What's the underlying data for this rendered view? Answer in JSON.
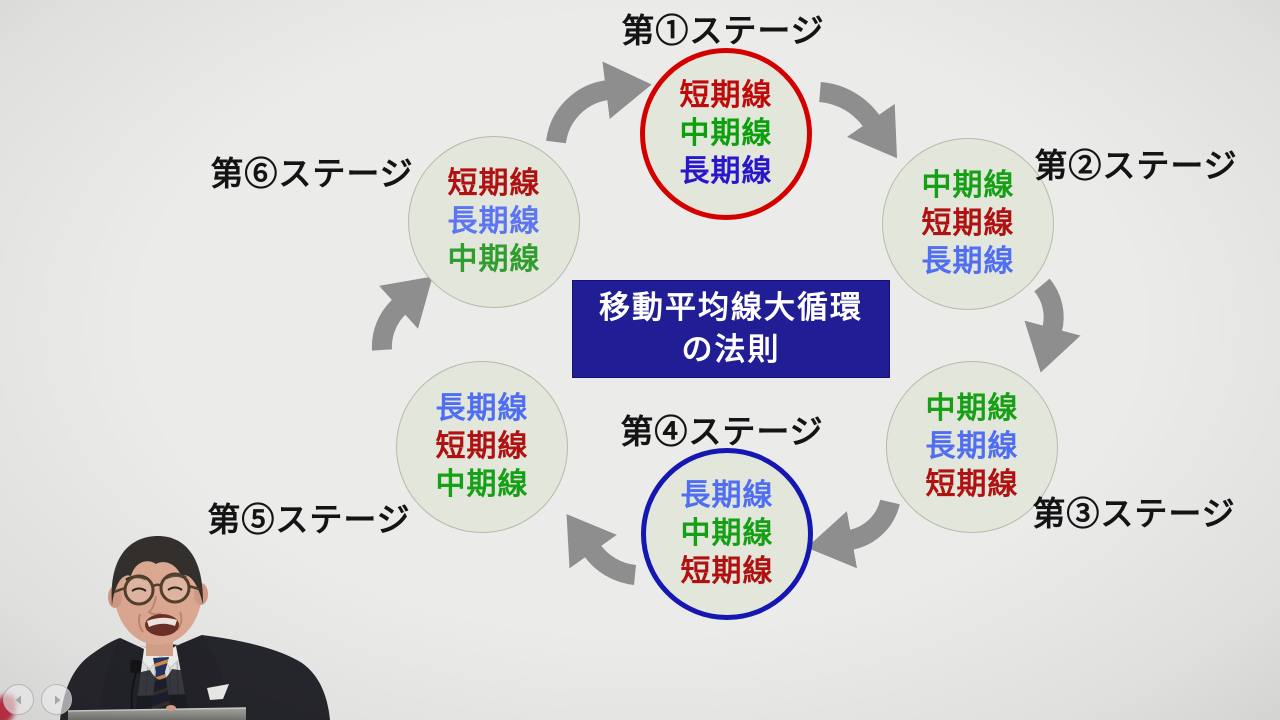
{
  "diagram": {
    "center_box": {
      "line1": "移動平均線大循環",
      "line2": "の法則",
      "bg": "#211e95",
      "text_color": "#ffffff"
    },
    "circle_fill": "#e3e6db",
    "arrow_color": "#8e8e8e",
    "stages": [
      {
        "label": "第①ステージ",
        "ring_color": "#d40000",
        "lines": [
          {
            "text": "短期線",
            "color": "#c00a0a"
          },
          {
            "text": "中期線",
            "color": "#0ca10c"
          },
          {
            "text": "長期線",
            "color": "#2a17cc"
          }
        ]
      },
      {
        "label": "第②ステージ",
        "lines": [
          {
            "text": "中期線",
            "color": "#16a016"
          },
          {
            "text": "短期線",
            "color": "#b01212"
          },
          {
            "text": "長期線",
            "color": "#4f6ef2"
          }
        ]
      },
      {
        "label": "第③ステージ",
        "lines": [
          {
            "text": "中期線",
            "color": "#16a016"
          },
          {
            "text": "長期線",
            "color": "#4f6ef2"
          },
          {
            "text": "短期線",
            "color": "#b01212"
          }
        ]
      },
      {
        "label": "第④ステージ",
        "ring_color": "#1616b2",
        "lines": [
          {
            "text": "長期線",
            "color": "#4f6ef2"
          },
          {
            "text": "中期線",
            "color": "#16a016"
          },
          {
            "text": "短期線",
            "color": "#b01212"
          }
        ]
      },
      {
        "label": "第⑤ステージ",
        "lines": [
          {
            "text": "長期線",
            "color": "#4f6ef2"
          },
          {
            "text": "短期線",
            "color": "#b01212"
          },
          {
            "text": "中期線",
            "color": "#16a016"
          }
        ]
      },
      {
        "label": "第⑥ステージ",
        "lines": [
          {
            "text": "短期線",
            "color": "#b01212"
          },
          {
            "text": "長期線",
            "color": "#5b76f0"
          },
          {
            "text": "中期線",
            "color": "#2f9e2f"
          }
        ]
      }
    ]
  },
  "player": {
    "controls": [
      {
        "name": "previous",
        "icon": "chevron-left-icon"
      },
      {
        "name": "next",
        "icon": "chevron-right-icon"
      }
    ]
  }
}
